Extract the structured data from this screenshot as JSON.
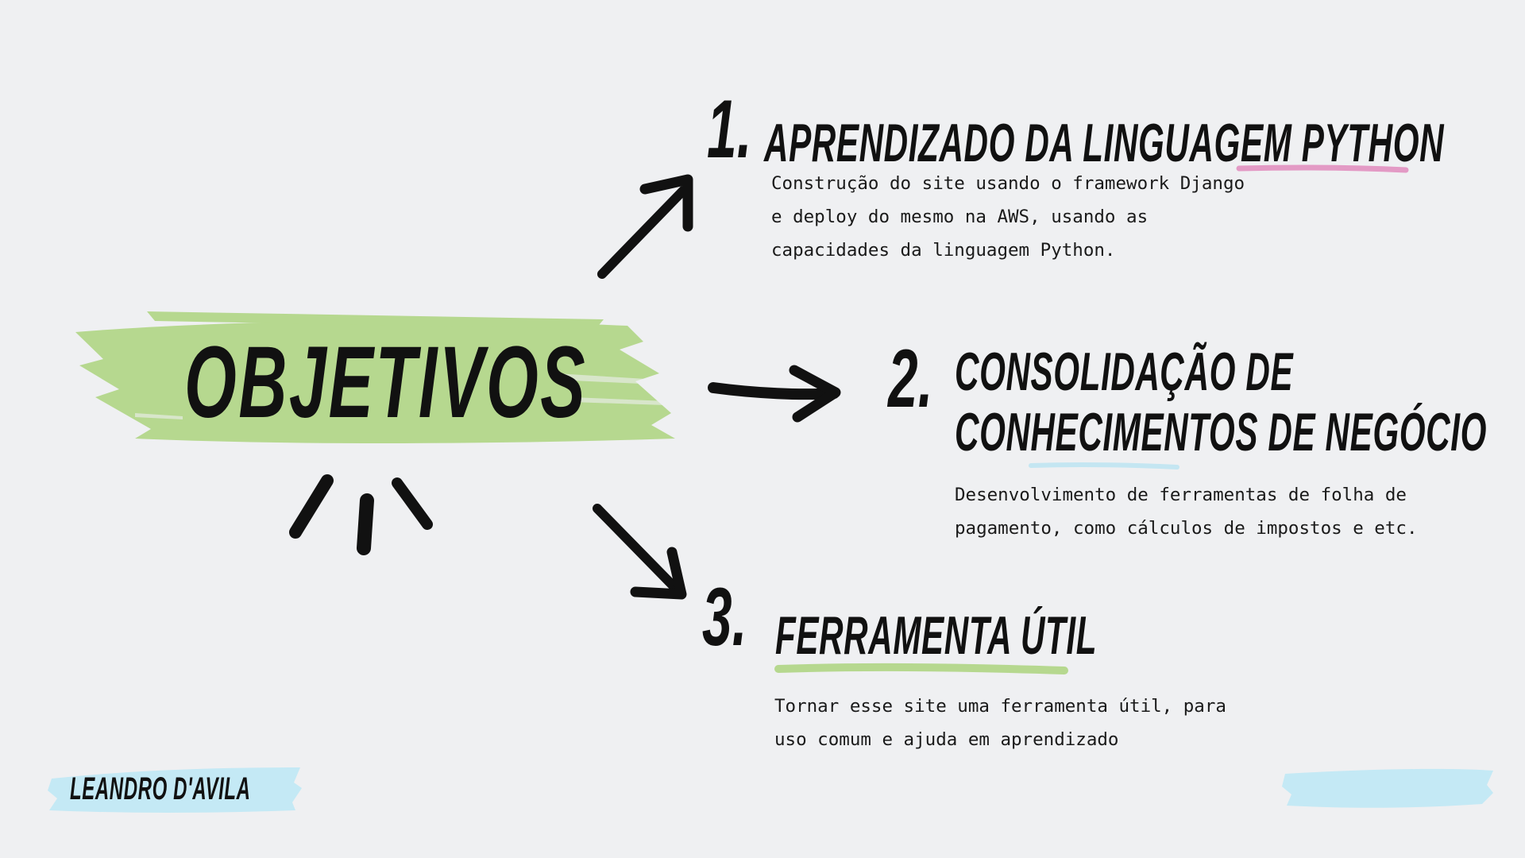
{
  "slide": {
    "main_title": "OBJETIVOS",
    "author": "LEANDRO D'AVILA",
    "items": [
      {
        "number": "1.",
        "heading": "APRENDIZADO DA LINGUAGEM PYTHON",
        "body_lines": [
          "Construção do site usando o framework Django",
          "e deploy do mesmo na AWS, usando as",
          "capacidades da linguagem Python."
        ]
      },
      {
        "number": "2.",
        "heading_lines": [
          "CONSOLIDAÇÃO DE",
          "CONHECIMENTOS DE NEGÓCIO"
        ],
        "body_lines": [
          "Desenvolvimento de ferramentas de folha de",
          "pagamento, como cálculos de impostos e etc."
        ]
      },
      {
        "number": "3.",
        "heading": "FERRAMENTA ÚTIL",
        "body_lines": [
          "Tornar esse site uma ferramenta útil, para",
          "uso comum e ajuda em aprendizado"
        ]
      }
    ]
  },
  "colors": {
    "background": "#eff0f2",
    "green_brush": "#b6d88f",
    "pink_underline": "#e39ac5",
    "blue_underline": "#c4e6f2",
    "green_underline": "#b6d88f",
    "blue_brush": "#c4e9f5",
    "ink": "#111111"
  },
  "icons": [
    "arrow-up-right-icon",
    "arrow-right-icon",
    "arrow-down-right-icon",
    "emphasis-marks-icon"
  ]
}
